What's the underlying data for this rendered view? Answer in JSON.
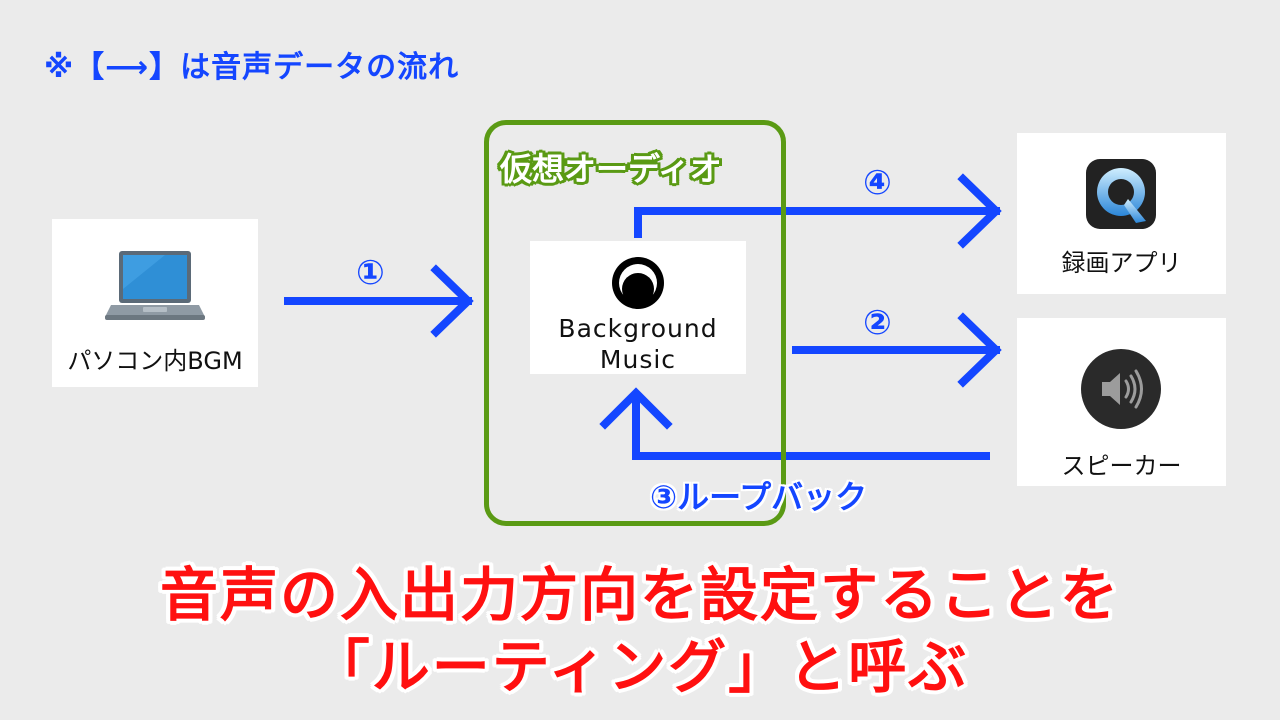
{
  "legend_note": "※【⟶】は音声データの流れ",
  "virtual_audio": {
    "title": "仮想オーディオ",
    "app_name_line1": "Background",
    "app_name_line2": "Music"
  },
  "source": {
    "label": "パソコン内BGM",
    "icon": "laptop-icon"
  },
  "outputs": {
    "recorder": {
      "label": "録画アプリ",
      "icon": "quicktime-icon"
    },
    "speaker": {
      "label": "スピーカー",
      "icon": "speaker-icon"
    }
  },
  "flow_labels": {
    "step1": "①",
    "step2": "②",
    "step3": "③ループバック",
    "step4": "④"
  },
  "caption": {
    "line1": "音声の入出力方向を設定することを",
    "line2": "「ルーティング」と呼ぶ"
  },
  "colors": {
    "arrow": "#1446ff",
    "virtual_box": "#5a9a14",
    "caption": "#ff1010"
  }
}
